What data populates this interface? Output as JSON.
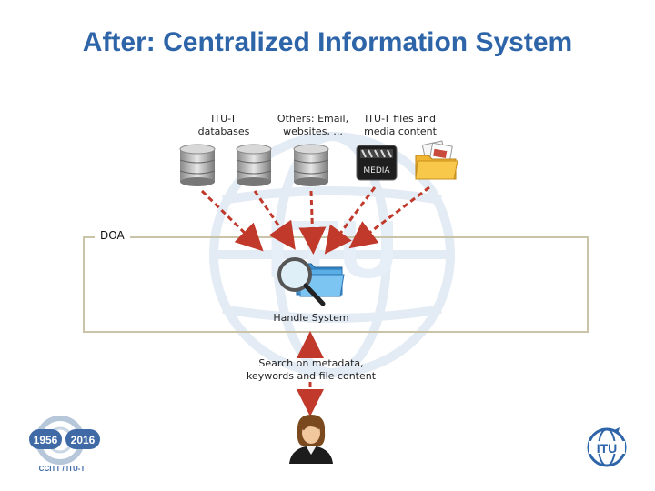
{
  "title": "After: Centralized Information System",
  "sources": [
    {
      "label": "ITU-T\ndatabases"
    },
    {
      "label": "Others: Email,\nwebsites, ..."
    },
    {
      "label": "ITU-T files and\nmedia content"
    }
  ],
  "media_icon_text": "MEDIA",
  "doa_label": "DOA",
  "handle_system_label": "Handle System",
  "search_label": "Search on metadata,\nkeywords and file content",
  "anniversary": {
    "years_left": "1956",
    "years_right": "2016",
    "caption": "CCITT / ITU-T"
  },
  "itu_logo_text": "ITU",
  "colors": {
    "title": "#2e64a8",
    "arrow": "#c0392b",
    "box": "#c9c4a8",
    "watermark": "#e3ebf4"
  }
}
